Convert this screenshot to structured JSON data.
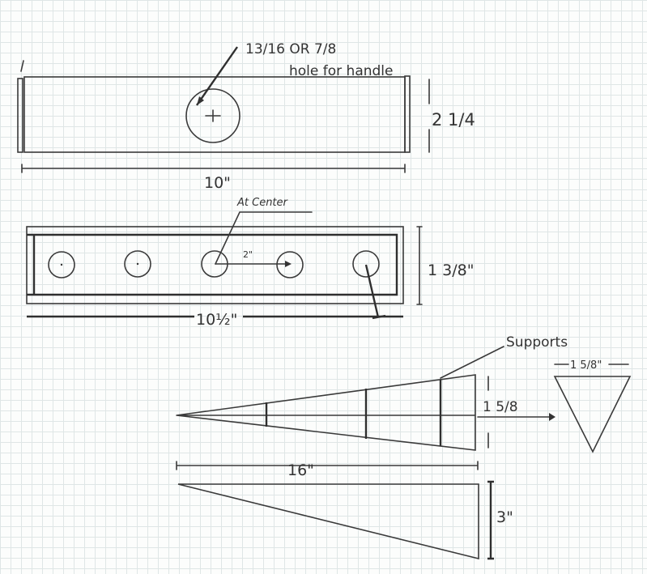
{
  "top_view": {
    "end_mark": "1",
    "hole_note_line1": "13/16 OR 7/8",
    "hole_note_line2": "hole for handle",
    "length_label": "10\"",
    "height_label": "2 1/4"
  },
  "middle_view": {
    "center_note": "At Center",
    "spacing_label": "2\"",
    "length_label": "10½\"",
    "height_label": "1 3/8\""
  },
  "cone_view": {
    "supports_label": "Supports",
    "end_height_label": "1 5/8",
    "section_width_label": "1 5/8\"",
    "length_label": "16\""
  },
  "side_view": {
    "height_label": "3\""
  }
}
